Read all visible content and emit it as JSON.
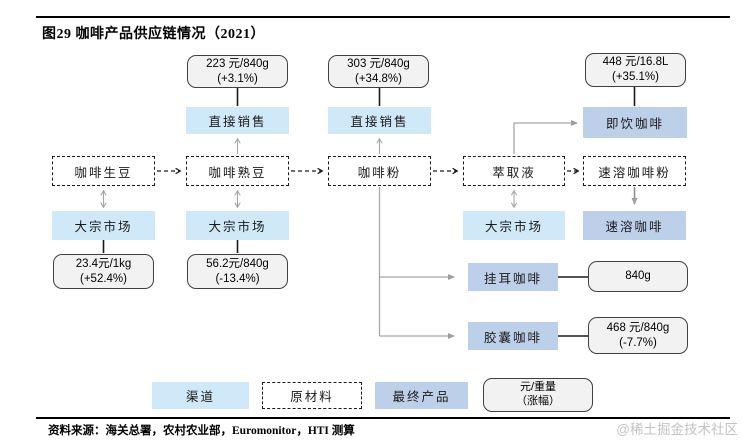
{
  "title": "图29 咖啡产品供应链情况（2021）",
  "colors": {
    "channel": "#cfe9f8",
    "final_product": "#bdd0e9",
    "price_box_bg": "#f2f2f2",
    "arrow_gray": "#a6a6a6",
    "line_black": "#000000"
  },
  "nodes": {
    "price_roasted_direct": {
      "line1": "223 元/840g",
      "line2": "(+3.1%)"
    },
    "price_ground_direct": {
      "line1": "303 元/840g",
      "line2": "(+34.8%)"
    },
    "price_rtd": {
      "line1": "448 元/16.8L",
      "line2": "(+35.1%)"
    },
    "direct_sales_roasted": {
      "label": "直接销售"
    },
    "direct_sales_ground": {
      "label": "直接销售"
    },
    "rtd_coffee": {
      "label": "即饮咖啡"
    },
    "green_beans": {
      "label": "咖啡生豆"
    },
    "roasted_beans": {
      "label": "咖啡熟豆"
    },
    "ground_coffee": {
      "label": "咖啡粉"
    },
    "extract": {
      "label": "萃取液"
    },
    "instant_powder": {
      "label": "速溶咖啡粉"
    },
    "bulk_market_green": {
      "label": "大宗市场"
    },
    "bulk_market_roasted": {
      "label": "大宗市场"
    },
    "bulk_market_extract": {
      "label": "大宗市场"
    },
    "instant_coffee": {
      "label": "速溶咖啡"
    },
    "price_green_bulk": {
      "line1": "23.4元/1kg",
      "line2": "(+52.4%)"
    },
    "price_roasted_bulk": {
      "line1": "56.2元/840g",
      "line2": "(-13.4%)"
    },
    "drip_bag_coffee": {
      "label": "挂耳咖啡"
    },
    "drip_bag_weight": {
      "line1": "840g"
    },
    "capsule_coffee": {
      "label": "胶囊咖啡"
    },
    "price_capsule": {
      "line1": "468 元/840g",
      "line2": "(-7.7%)"
    }
  },
  "legend": {
    "channel": "渠道",
    "raw_material": "原材料",
    "final_product": "最终产品",
    "price_note_line1": "元/重量",
    "price_note_line2": "（涨幅）"
  },
  "footer": {
    "source": "资料来源：海关总署，农村农业部，Euromonitor，HTI 测算",
    "watermark": "@稀土掘金技术社区"
  }
}
